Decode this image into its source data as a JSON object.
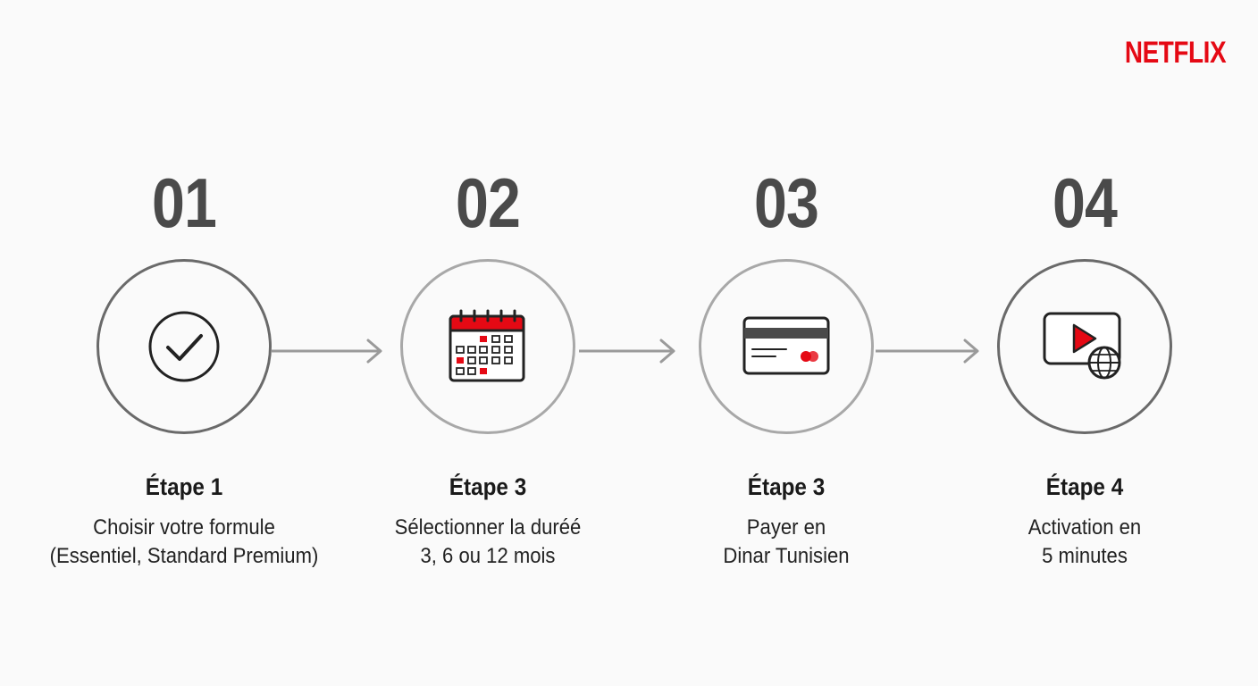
{
  "brand": {
    "logo_text": "NETFLIX",
    "color": "#e50914"
  },
  "steps": [
    {
      "number": "01",
      "title": "Étape 1",
      "description": "Choisir votre formule\n(Essentiel, Standard Premium)",
      "icon": "checkmark-icon"
    },
    {
      "number": "02",
      "title": "Étape 3",
      "description": "Sélectionner la duréé\n3, 6 ou 12 mois",
      "icon": "calendar-icon"
    },
    {
      "number": "03",
      "title": "Étape 3",
      "description": "Payer en\nDinar Tunisien",
      "icon": "credit-card-icon"
    },
    {
      "number": "04",
      "title": "Étape 4",
      "description": "Activation en\n5 minutes",
      "icon": "video-globe-icon"
    }
  ],
  "colors": {
    "accent": "#e50914",
    "number": "#4a4a4a",
    "arrow": "#9a9a9a"
  }
}
